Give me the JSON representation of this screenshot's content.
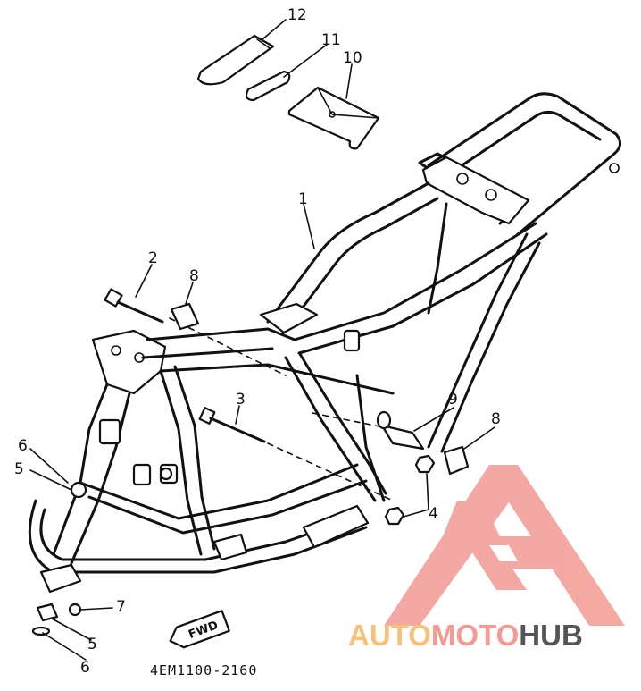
{
  "callouts": {
    "c1": "1",
    "c2": "2",
    "c3": "3",
    "c4": "4",
    "c5a": "5",
    "c5b": "5",
    "c6a": "6",
    "c6b": "6",
    "c7": "7",
    "c8a": "8",
    "c8b": "8",
    "c9": "9",
    "c10": "10",
    "c11": "11",
    "c12": "12"
  },
  "fwd_label": "FWD",
  "diagram_code": "4EM1100-2160",
  "watermark": {
    "part1": "AUTO",
    "part2": "MOTO",
    "part3": "HUB",
    "color1": "#f6c27a",
    "color2": "#f49a93",
    "color3": "#555555",
    "logo_color": "#f39a93"
  }
}
